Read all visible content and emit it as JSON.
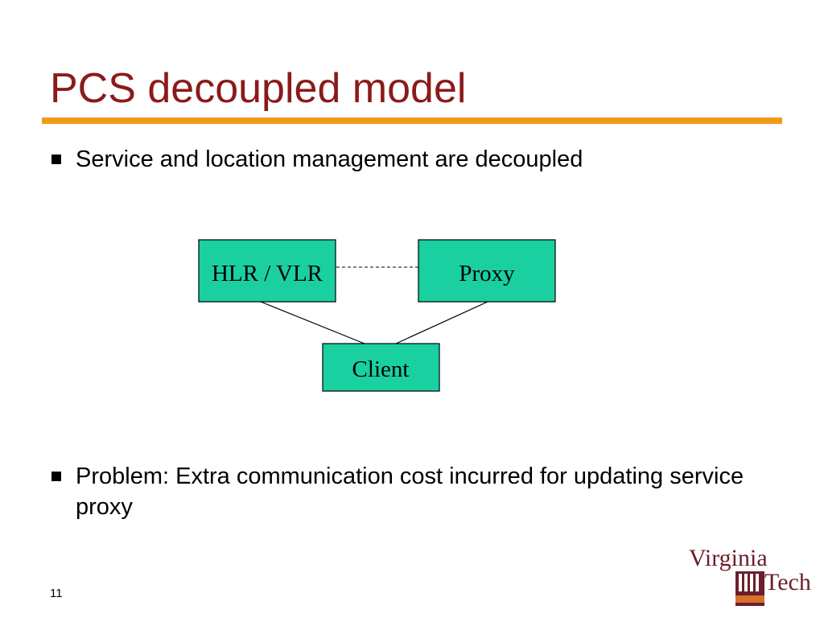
{
  "slide": {
    "title": "PCS decoupled model",
    "bullets": [
      "Service and location management are decoupled",
      "Problem: Extra communication cost incurred for updating service proxy"
    ],
    "page_number": "11"
  },
  "diagram": {
    "nodes": [
      {
        "id": "hlr",
        "label": "HLR / VLR"
      },
      {
        "id": "proxy",
        "label": "Proxy"
      },
      {
        "id": "client",
        "label": "Client"
      }
    ],
    "edges": [
      {
        "from": "hlr",
        "to": "proxy",
        "style": "dashed"
      },
      {
        "from": "hlr",
        "to": "client",
        "style": "solid"
      },
      {
        "from": "proxy",
        "to": "client",
        "style": "solid"
      }
    ],
    "colors": {
      "node_fill": "#1ad0a0",
      "stroke": "#000000"
    }
  },
  "logo": {
    "line1": "Virginia",
    "line2": "Tech",
    "colors": {
      "maroon": "#6a1f2b",
      "orange": "#d8702a"
    }
  }
}
